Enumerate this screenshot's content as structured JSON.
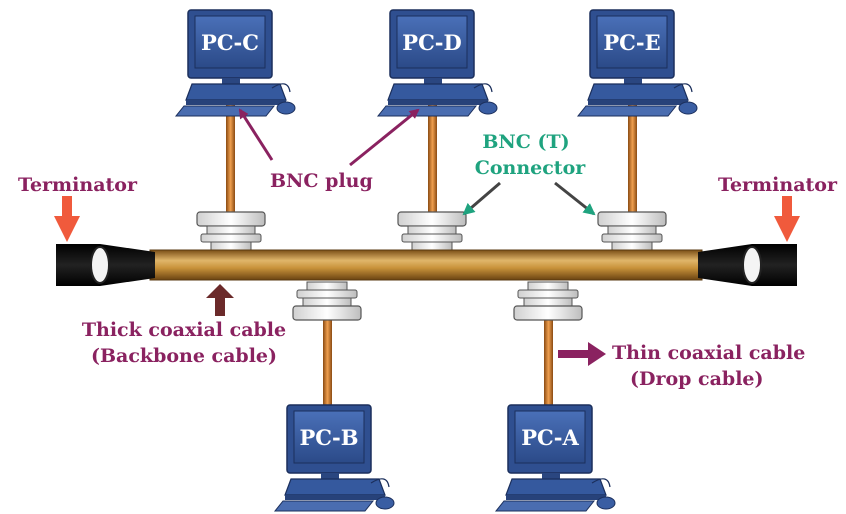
{
  "computers": [
    {
      "id": "pc_c",
      "label": "PC-C"
    },
    {
      "id": "pc_d",
      "label": "PC-D"
    },
    {
      "id": "pc_e",
      "label": "PC-E"
    },
    {
      "id": "pc_b",
      "label": "PC-B"
    },
    {
      "id": "pc_a",
      "label": "PC-A"
    }
  ],
  "labels": {
    "terminator_left": "Terminator",
    "terminator_right": "Terminator",
    "bnc_plug": "BNC plug",
    "bnc_t_line1": "BNC (T)",
    "bnc_t_line2": "Connector",
    "thick_line1": "Thick coaxial  cable",
    "thick_line2": "(Backbone cable)",
    "thin_line1": "Thin coaxial cable",
    "thin_line2": "(Drop cable)"
  },
  "colors": {
    "label_purple": "#8a2260",
    "label_green": "#1fa37f",
    "terminator_arrow": "#f05a3c",
    "pc_body": "#3a5ea3",
    "backbone_cable": "#c8923a",
    "drop_cable": "#e07a2a"
  }
}
